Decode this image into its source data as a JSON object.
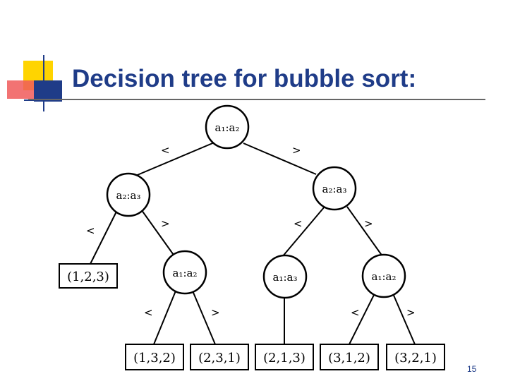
{
  "slide": {
    "title": "Decision tree for bubble sort:",
    "page_number": "15",
    "accent_colors": {
      "title": "#1f3c88",
      "logo_yellow": "#ffd400",
      "logo_red": "#e8282b",
      "logo_blue": "#1f3c88"
    }
  },
  "tree": {
    "nodes": [
      {
        "id": "root",
        "label": "a₁:a₂"
      },
      {
        "id": "left",
        "label": "a₂:a₃"
      },
      {
        "id": "right",
        "label": "a₂:a₃"
      },
      {
        "id": "left-right",
        "label": "a₁:a₂"
      },
      {
        "id": "right-left",
        "label": "a₁:a₃"
      },
      {
        "id": "right-right",
        "label": "a₁:a₂"
      }
    ],
    "leaves": [
      {
        "id": "leaf-123",
        "label": "(1,2,3)"
      },
      {
        "id": "leaf-132",
        "label": "(1,3,2)"
      },
      {
        "id": "leaf-231",
        "label": "(2,3,1)"
      },
      {
        "id": "leaf-213",
        "label": "(2,1,3)"
      },
      {
        "id": "leaf-312",
        "label": "(3,1,2)"
      },
      {
        "id": "leaf-321",
        "label": "(3,2,1)"
      }
    ],
    "edge_labels": {
      "less": "<",
      "greater": ">"
    }
  }
}
